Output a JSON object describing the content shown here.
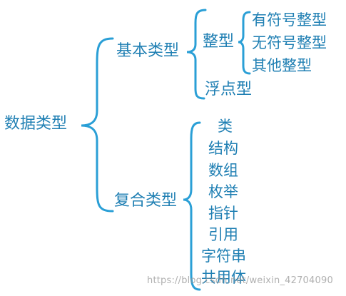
{
  "root": "数据类型",
  "branches": {
    "basic": {
      "label": "基本类型",
      "integer": {
        "label": "整型",
        "children": [
          "有符号整型",
          "无符号整型",
          "其他整型"
        ]
      },
      "float": "浮点型"
    },
    "composite": {
      "label": "复合类型",
      "children": [
        "类",
        "结构",
        "数组",
        "枚举",
        "指针",
        "引用",
        "字符串",
        "共用体"
      ]
    }
  },
  "watermark": "https://blog.csdn.net/weixin_42704090",
  "colors": {
    "text": "#1f7fb3",
    "brace": "#2a9fd6"
  }
}
